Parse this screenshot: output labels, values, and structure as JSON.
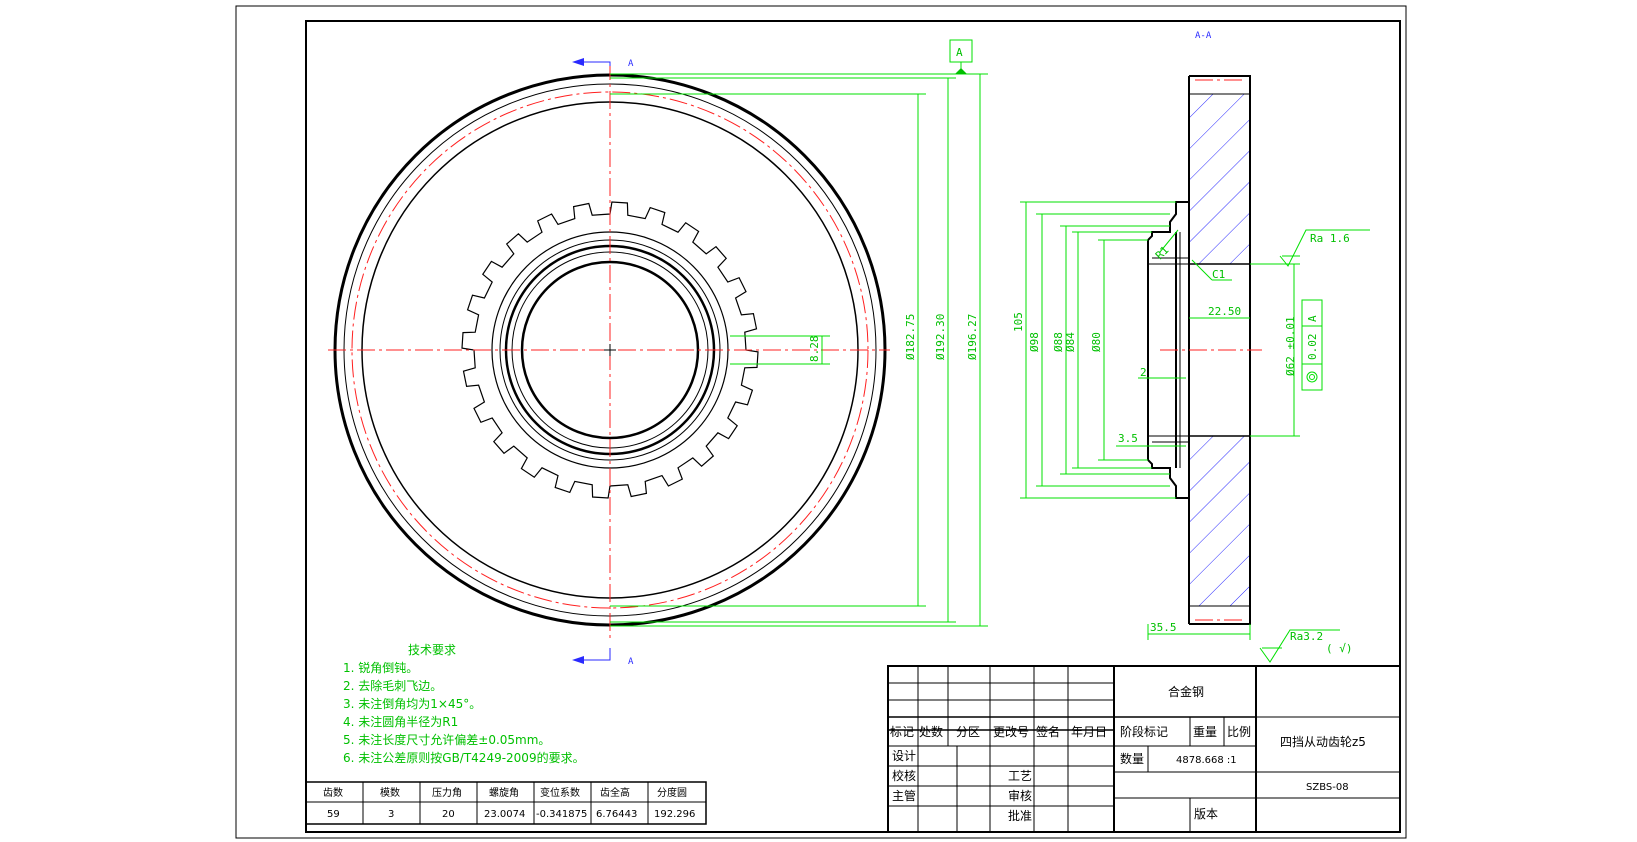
{
  "section": {
    "label_top": "A",
    "label_bottom": "A",
    "view_title": "A-A"
  },
  "datum": {
    "letter": "A"
  },
  "dims": {
    "front": [
      "8.28",
      "Ø182.75",
      "Ø192.30",
      "Ø196.27"
    ],
    "side": [
      "105",
      "Ø98",
      "Ø88",
      "Ø84",
      "Ø80",
      "2",
      "3.5",
      "R1",
      "C1",
      "22.50",
      "35.5"
    ],
    "bore": "Ø62 ±0.01"
  },
  "tolerance": {
    "value": "0.02",
    "datum": "A"
  },
  "roughness": {
    "bore": "Ra  1.6",
    "general": "Ra3.2",
    "general_note": "( √)"
  },
  "notes": {
    "title": "技术要求",
    "items": [
      "1.  锐角倒钝。",
      "2.  去除毛刺飞边。",
      "3.  未注倒角均为1×45°。",
      "4.  未注圆角半径为R1",
      "5.  未注长度尺寸允许偏差±0.05mm。",
      "6.  未注公差原则按GB/T4249-2009的要求。"
    ]
  },
  "params": {
    "headers": [
      "齿数",
      "模数",
      "压力角",
      "螺旋角",
      "变位系数",
      "齿全高",
      "分度圆"
    ],
    "values": [
      "59",
      "3",
      "20",
      "23.0074",
      "-0.341875",
      "6.76443",
      "192.296"
    ]
  },
  "title_block": {
    "material": "合金钢",
    "rev_headers": [
      "标记",
      "处数",
      "分区",
      "更改号",
      "签名",
      "年月日"
    ],
    "roles": [
      "设计",
      "校核",
      "主管"
    ],
    "roles_right": [
      "工艺",
      "审核",
      "批准"
    ],
    "stage": "阶段标记",
    "weight": "重量",
    "scale": "比例",
    "quantity": "数量",
    "weight_scale_value": "4878.668 :1",
    "part_name": "四挡从动齿轮z5",
    "drawing_no": "SZBS-08",
    "version": "版本"
  }
}
